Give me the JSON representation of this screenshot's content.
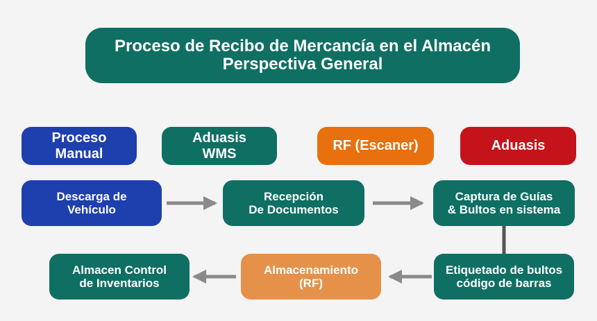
{
  "colors": {
    "teal": "#0f6f63",
    "blue": "#1e3fae",
    "orange": "#e8700e",
    "red": "#c4131b",
    "light_orange": "#e6914a",
    "arrow": "#8a8a8a",
    "connector": "#555555"
  },
  "title": "Proceso de Recibo de Mercancía en el Almacén\nPerspectiva General",
  "legend": {
    "manual": "Proceso\nManual",
    "wms": "Aduasis\nWMS",
    "rf": "RF (Escaner)",
    "aduasis": "Aduasis"
  },
  "steps": {
    "descarga": "Descarga de\nVehículo",
    "recepcion": "Recepción\nDe Documentos",
    "captura": "Captura de Guías\n& Bultos en sistema",
    "etiquetado": "Etiquetado de bultos\ncódigo de barras",
    "almacenamiento": "Almacenamiento\n(RF)",
    "control": "Almacen Control\nde Inventarios"
  }
}
